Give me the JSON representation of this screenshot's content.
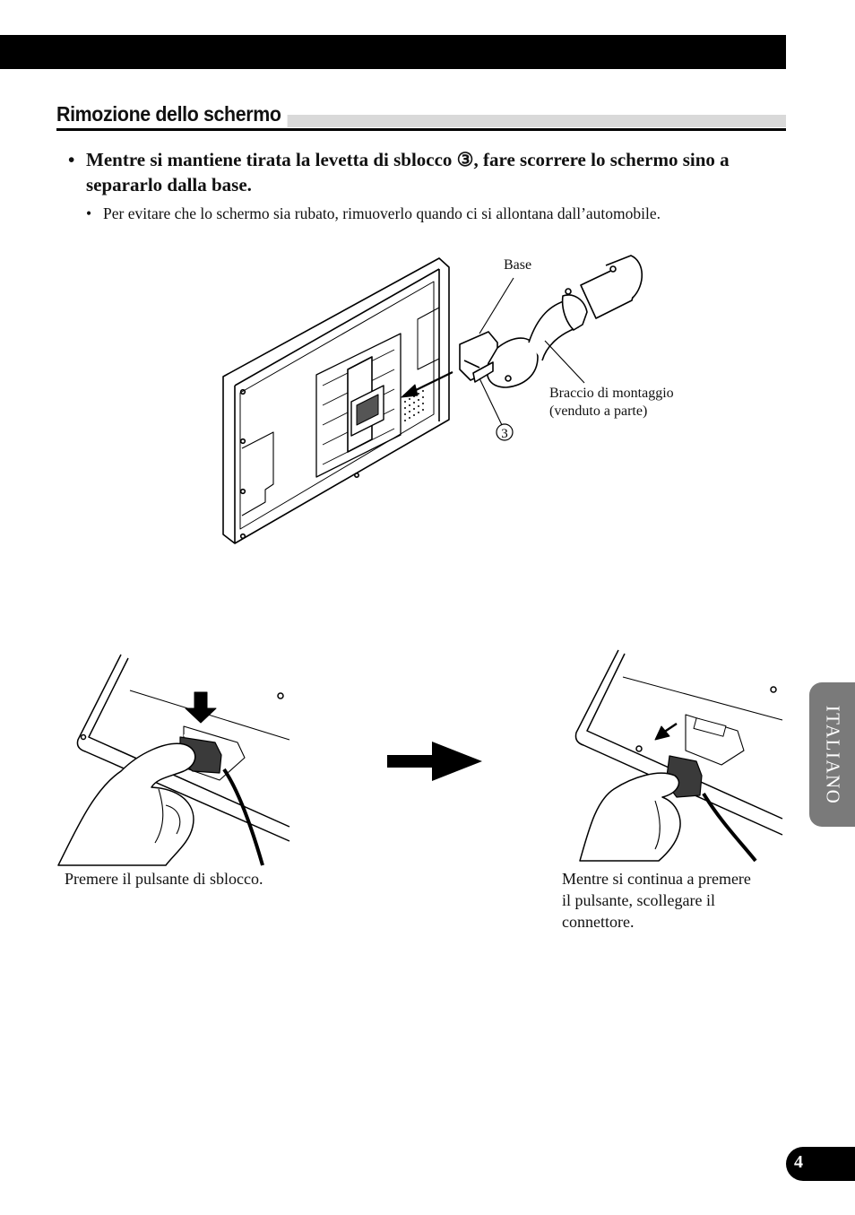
{
  "section": {
    "title": "Rimozione dello schermo"
  },
  "instruction": {
    "bullet": "•",
    "text": "Mentre si mantiene tirata la levetta di sblocco ③, fare scorrere lo schermo sino a separarlo dalla base.",
    "note_bullet": "•",
    "note": "Per evitare che lo schermo sia rubato, rimuoverlo quando ci si allontana dall’automobile."
  },
  "figure1": {
    "label_base": "Base",
    "label_arm_line1": "Braccio di montaggio",
    "label_arm_line2": "(venduto a parte)",
    "callout_number": "3"
  },
  "figure2": {
    "caption_left": "Premere il pulsante di sblocco.",
    "caption_right_line1": "Mentre si continua a premere",
    "caption_right_line2": "il pulsante, scollegare il",
    "caption_right_line3": "connettore."
  },
  "side_tab": {
    "language": "ITALIANO"
  },
  "page": {
    "number": "4"
  }
}
